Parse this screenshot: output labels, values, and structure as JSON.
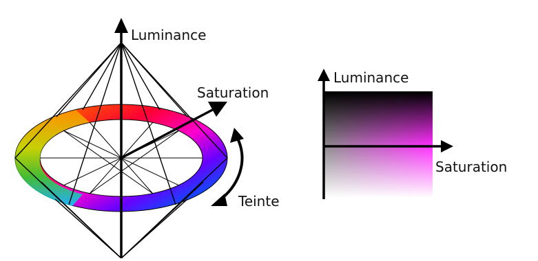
{
  "cone": {
    "axis_label": "Luminance",
    "saturation_label": "Saturation",
    "hue_label": "Teinte"
  },
  "square": {
    "y_axis_label": "Luminance",
    "x_axis_label": "Saturation",
    "hue_color": "#ff2bff"
  },
  "colors": {
    "ring_stops": [
      "#ff0000",
      "#ff00aa",
      "#8800ff",
      "#0000ff",
      "#00c8ff",
      "#00ff88",
      "#44ff00",
      "#ffee00",
      "#ff8800"
    ],
    "lines": "#000000"
  }
}
